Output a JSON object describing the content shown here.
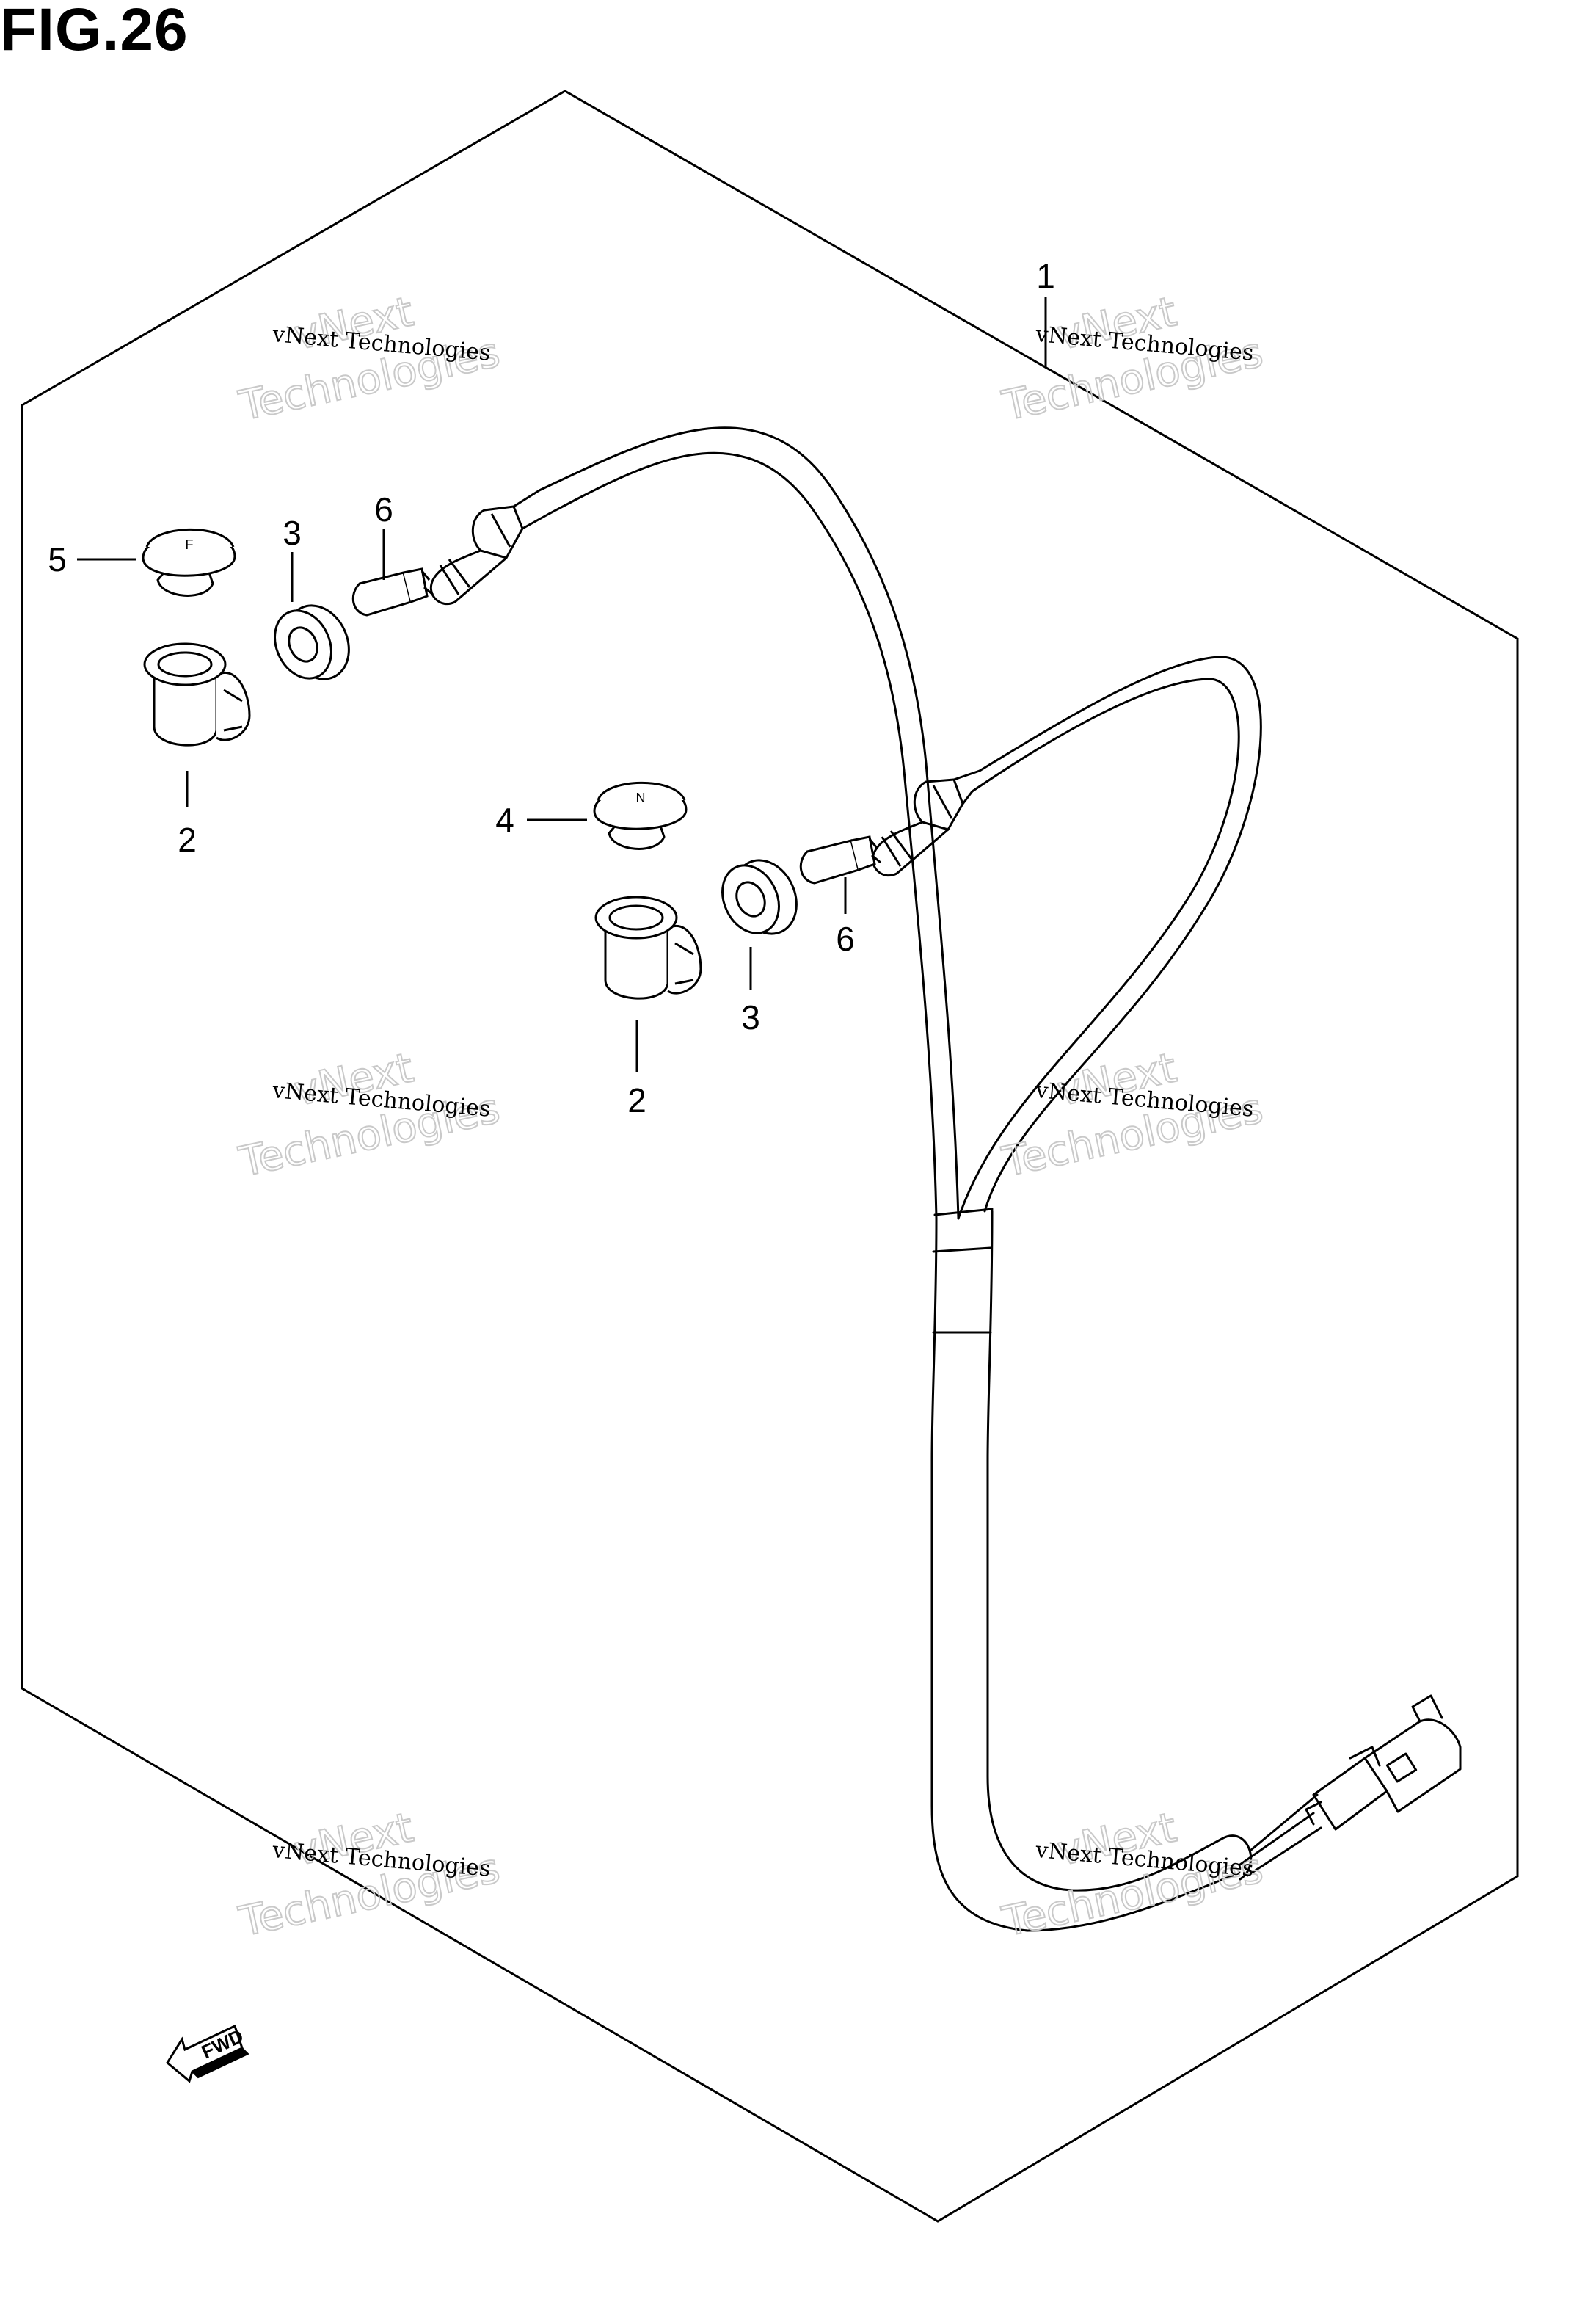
{
  "figure": {
    "title": "FIG.26"
  },
  "callouts": {
    "harness": "1",
    "socket_left": "2",
    "socket_right": "2",
    "grommet_left": "3",
    "grommet_right": "3",
    "cap_n": "4",
    "cap_f": "5",
    "bulb_left": "6",
    "bulb_right": "6"
  },
  "cap_letters": {
    "cap_n": "N",
    "cap_f": "F"
  },
  "fwd_marker": "FWD",
  "watermark": {
    "line1": "vNext Technologies",
    "big1": "vNext",
    "big2": "Technologies"
  },
  "colors": {
    "ink": "#000000",
    "watermark_outline": "#c9c9c9",
    "background": "#ffffff"
  }
}
